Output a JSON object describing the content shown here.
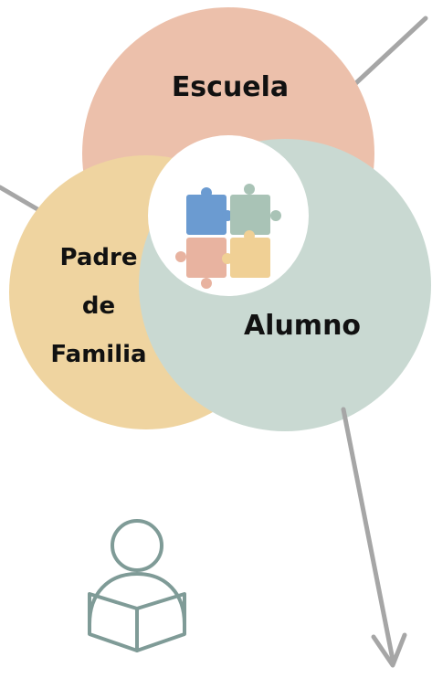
{
  "diagram": {
    "circles": {
      "escuela": {
        "label": "Escuela",
        "color": "#ecc0ab"
      },
      "padre": {
        "label_lines": [
          "Padre",
          "de",
          "Familia"
        ],
        "color": "#efd4a0"
      },
      "alumno": {
        "label": "Alumno",
        "color": "#c9d9d2"
      }
    },
    "center_icon": "puzzle-pieces-icon",
    "puzzle_colors": [
      "#6b9bd1",
      "#a9c3b6",
      "#e8b3a0",
      "#f0d095"
    ],
    "connector_color": "#a6a6a6",
    "person_icon": "person-reading-icon",
    "person_icon_color": "#7f9b97"
  }
}
